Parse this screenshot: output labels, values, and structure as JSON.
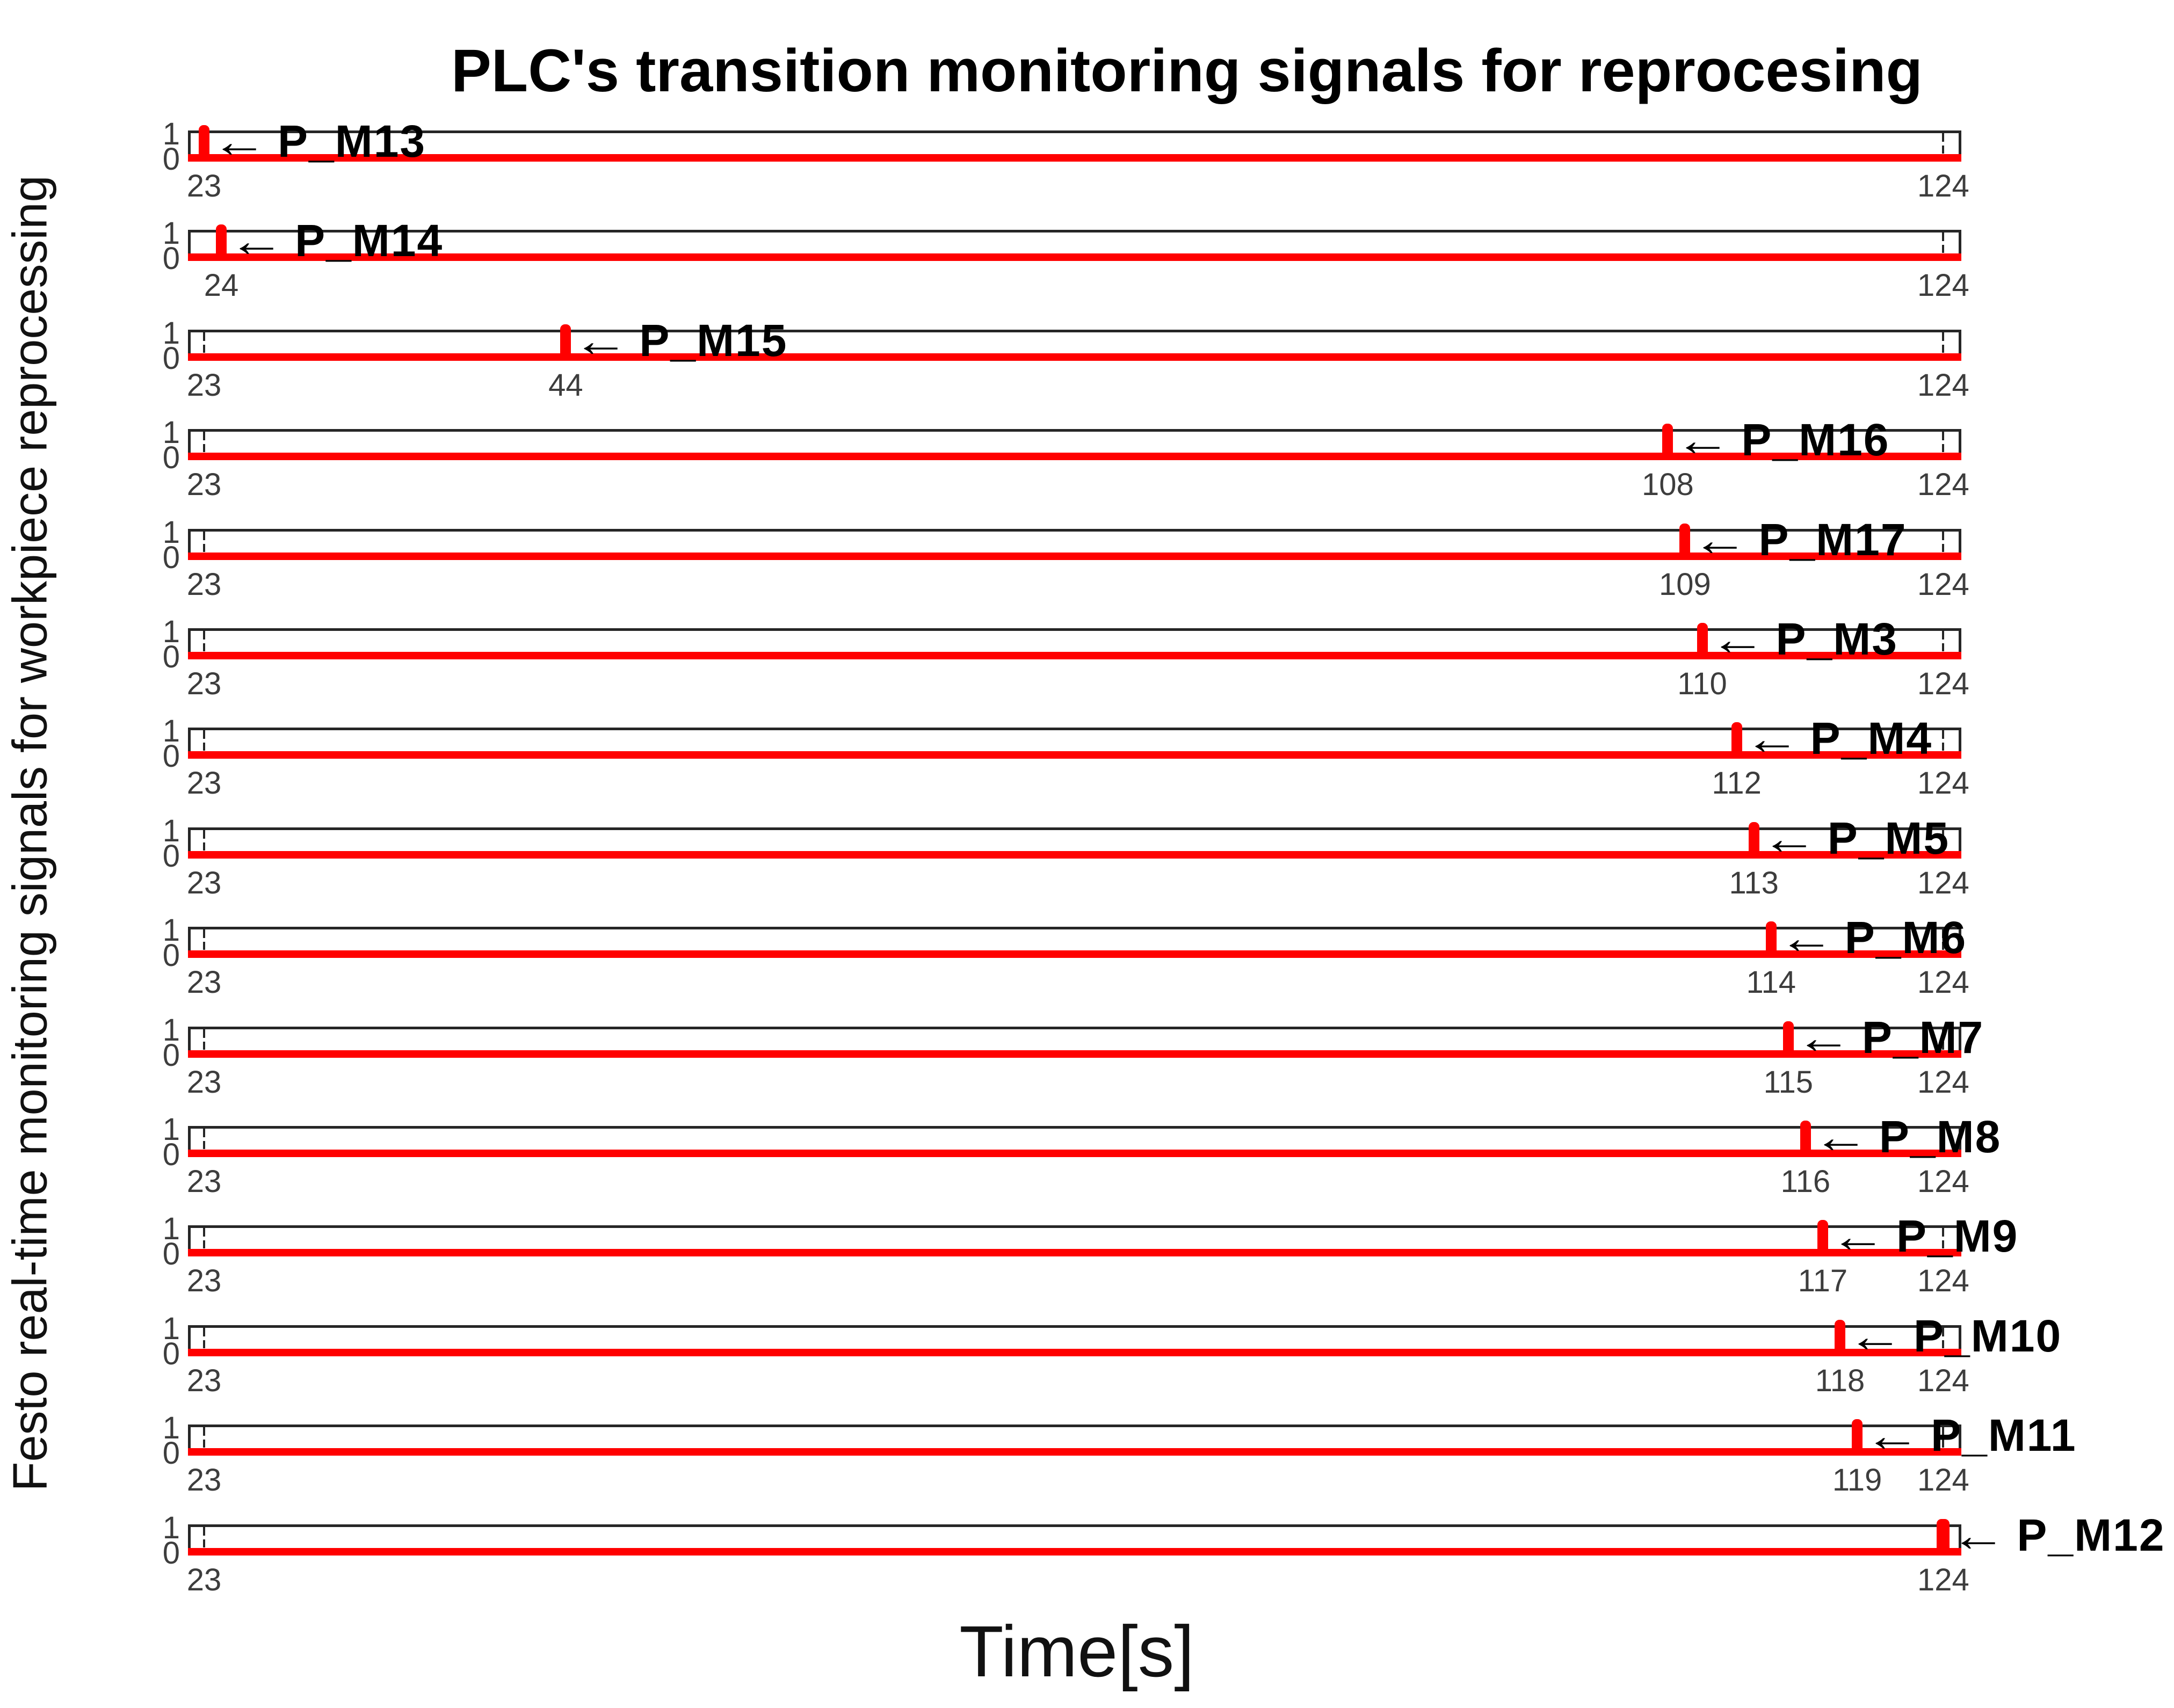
{
  "figure": {
    "title": "PLC's transition monitoring signals for reprocesing",
    "xlabel": "Time[s]",
    "ylabel": "Festo real-time monitoring signals for workpiece reprocessing"
  },
  "annotation_arrow": "←",
  "y_tick_labels": [
    "1",
    "0"
  ],
  "colors": {
    "signal": "#ff0000",
    "axis": "#262626",
    "tick_label": "#3d3d3d",
    "text": "#000000"
  },
  "chart_data": {
    "type": "line",
    "title": "PLC's transition monitoring signals for reprocesing",
    "xlabel": "Time[s]",
    "ylabel": "Festo real-time monitoring signals for workpiece reprocessing",
    "xlim": [
      22,
      125
    ],
    "ylim": [
      0,
      1
    ],
    "y_ticks": [
      0,
      1
    ],
    "grid": false,
    "legend": "none",
    "description": "15 stacked subplots; each red trace equals 0 over 23-124 s with a single unit pulse at its transition time, marked by a left arrow and the signal name",
    "subplots": [
      {
        "label": "P_M13",
        "pulse_time": 23,
        "x_ticks": [
          23,
          124
        ]
      },
      {
        "label": "P_M14",
        "pulse_time": 24,
        "x_ticks": [
          24,
          124
        ]
      },
      {
        "label": "P_M15",
        "pulse_time": 44,
        "x_ticks": [
          23,
          44,
          124
        ]
      },
      {
        "label": "P_M16",
        "pulse_time": 108,
        "x_ticks": [
          23,
          108,
          124
        ]
      },
      {
        "label": "P_M17",
        "pulse_time": 109,
        "x_ticks": [
          23,
          109,
          124
        ]
      },
      {
        "label": "P_M3",
        "pulse_time": 110,
        "x_ticks": [
          23,
          110,
          124
        ]
      },
      {
        "label": "P_M4",
        "pulse_time": 112,
        "x_ticks": [
          23,
          112,
          124
        ]
      },
      {
        "label": "P_M5",
        "pulse_time": 113,
        "x_ticks": [
          23,
          113,
          124
        ]
      },
      {
        "label": "P_M6",
        "pulse_time": 114,
        "x_ticks": [
          23,
          114,
          124
        ]
      },
      {
        "label": "P_M7",
        "pulse_time": 115,
        "x_ticks": [
          23,
          115,
          124
        ]
      },
      {
        "label": "P_M8",
        "pulse_time": 116,
        "x_ticks": [
          23,
          116,
          124
        ]
      },
      {
        "label": "P_M9",
        "pulse_time": 117,
        "x_ticks": [
          23,
          117,
          124
        ]
      },
      {
        "label": "P_M10",
        "pulse_time": 118,
        "x_ticks": [
          23,
          118,
          124
        ]
      },
      {
        "label": "P_M11",
        "pulse_time": 119,
        "x_ticks": [
          23,
          119,
          124
        ]
      },
      {
        "label": "P_M12",
        "pulse_time": 124,
        "x_ticks": [
          23,
          124
        ]
      }
    ]
  }
}
